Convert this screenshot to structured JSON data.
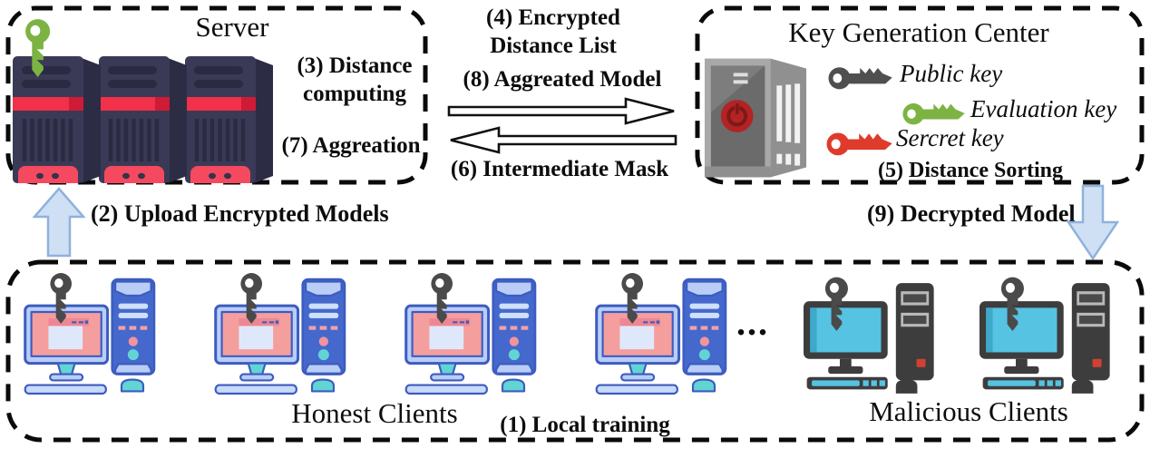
{
  "server_box": {
    "title": "Server",
    "distance_computing": "(3) Distance computing",
    "aggregation": "(7) Aggreation"
  },
  "exchange": {
    "encrypted_distance_list": "(4) Encrypted Distance List",
    "aggregated_model": "(8) Aggreated Model",
    "intermediate_mask": "(6) Intermediate Mask"
  },
  "kgc_box": {
    "title": "Key Generation Center",
    "public_key_label": "Public key",
    "evaluation_key_label": "Evaluation key",
    "secret_key_label": "Sercret key",
    "distance_sorting": "(5) Distance Sorting"
  },
  "flows": {
    "upload_models": "(2) Upload Encrypted Models",
    "decrypted_model": "(9) Decrypted Model"
  },
  "clients_box": {
    "honest_label": "Honest Clients",
    "local_training": "(1) Local training",
    "ellipsis": "...",
    "malicious_label": "Malicious Clients",
    "honest_count": 4,
    "malicious_count": 2
  },
  "icons": {
    "server_rack": "server-tower-icon",
    "kgc_machine": "kgc-tower-icon",
    "evaluation_key": "green-key-icon",
    "public_key": "dark-key-icon",
    "secret_key": "red-key-icon",
    "honest_client": "desktop-computer-icon",
    "malicious_client": "dark-desktop-computer-icon"
  },
  "colors": {
    "key_public": "#4f4f4f",
    "key_evaluation": "#7cb342",
    "key_secret": "#df3b2c",
    "key_client": "#4a4a4a",
    "arrow_fill": "#cfe0f4",
    "arrow_stroke": "#8fb2dd",
    "server_body": "#3a3a56",
    "server_accent": "#f13049",
    "border": "#0a0a0a"
  }
}
